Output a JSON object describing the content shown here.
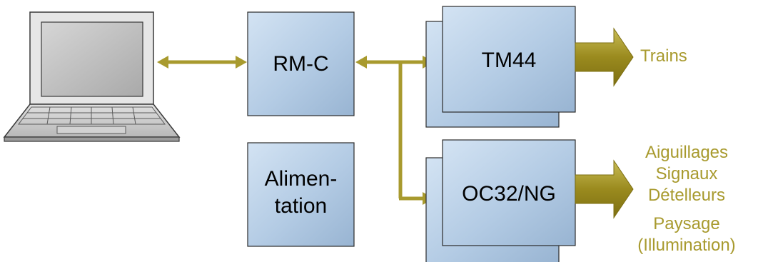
{
  "colors": {
    "connector": "#a89a2e",
    "output_text": "#a89a2e",
    "box_fill_light": "#cfe0f1",
    "box_fill_dark": "#9fbad6",
    "box_border": "#2b2b2b"
  },
  "nodes": {
    "computer": {
      "icon": "laptop-icon"
    },
    "rmc": {
      "label": "RM-C"
    },
    "power": {
      "line1": "Alimen-",
      "line2": "tation"
    },
    "tm44": {
      "label": "TM44"
    },
    "oc32": {
      "label": "OC32/NG"
    }
  },
  "outputs": {
    "trains": "Trains",
    "oc32_items": [
      "Aiguillages",
      "Signaux",
      "Dételleurs",
      "Paysage",
      "(Illumination)"
    ]
  }
}
